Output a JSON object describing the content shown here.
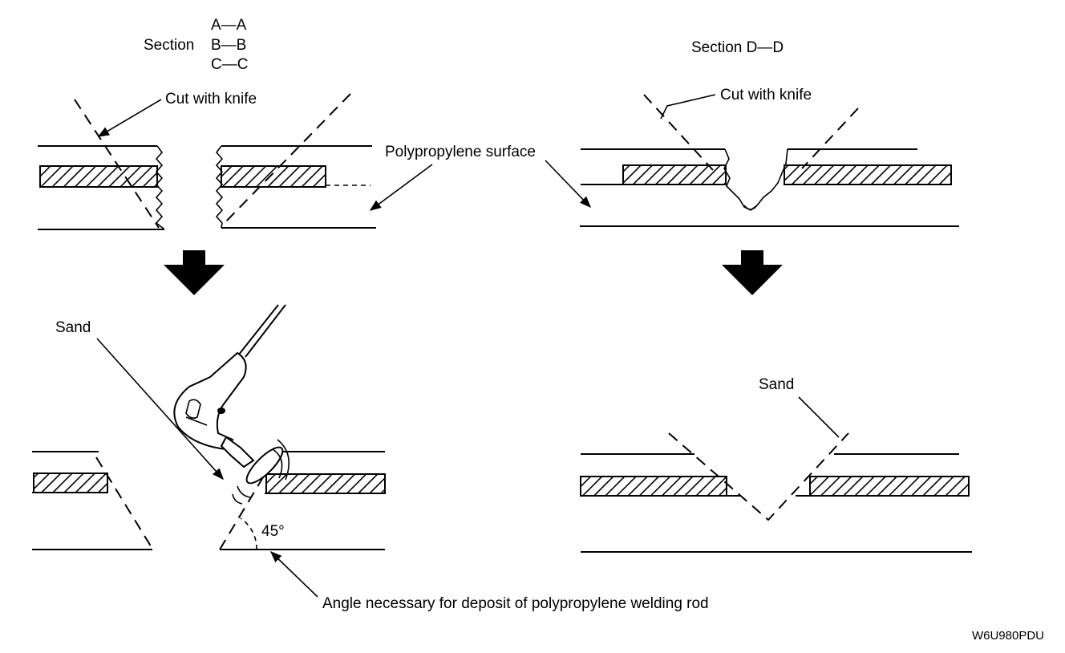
{
  "labels": {
    "section_abc_word": "Section",
    "section_aa": "A—A",
    "section_bb": "B—B",
    "section_cc": "C—C",
    "section_dd": "Section  D—D",
    "cut_with_knife_left": "Cut with knife",
    "cut_with_knife_right": "Cut with knife",
    "polypropylene_surface": "Polypropylene surface",
    "sand_left": "Sand",
    "sand_right": "Sand",
    "angle_45": "45°",
    "angle_note": "Angle necessary for deposit of polypropylene welding rod",
    "figure_code": "W6U980PDU"
  },
  "icons": [
    "down-arrow-icon",
    "sander-tool-icon"
  ]
}
